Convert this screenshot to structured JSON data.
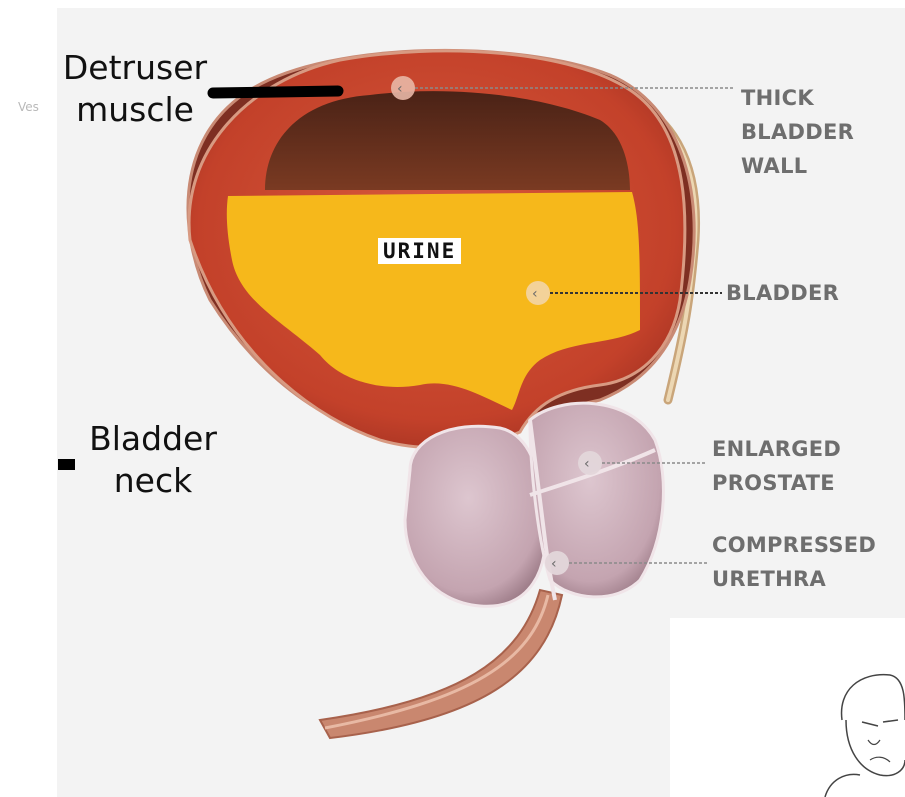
{
  "labels": {
    "thick_bladder_wall": "THICK\nBLADDER\nWALL",
    "bladder": "BLADDER",
    "enlarged_prostate": "ENLARGED\nPROSTATE",
    "compressed_urethra": "COMPRESSED\nURETHRA",
    "urine": "URINE",
    "detruser_muscle": "Detruser\nmuscle",
    "bladder_neck": "Bladder\nneck",
    "left_fragment": "Ves"
  },
  "colors": {
    "urine": "#f6b81b",
    "muscle": "#c8432a",
    "muscle_dark": "#8e2e1d",
    "cavity": "#5a2a1a",
    "prostate": "#cdb3bd",
    "prostate_dark": "#a88692",
    "leader": "#8a8a8a"
  }
}
